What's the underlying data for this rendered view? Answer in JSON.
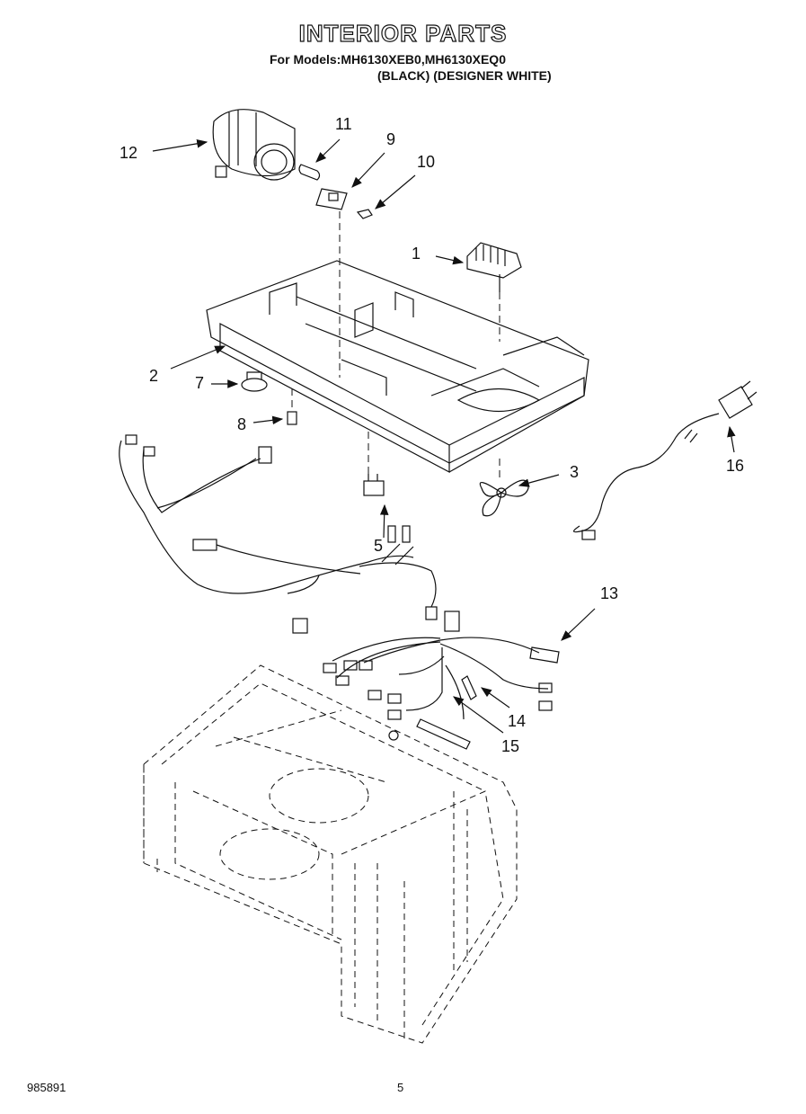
{
  "header": {
    "title": "INTERIOR PARTS",
    "models": "For Models:MH6130XEB0,MH6130XEQ0",
    "colors": "(BLACK) (DESIGNER WHITE)"
  },
  "callouts": [
    "12",
    "11",
    "9",
    "10",
    "1",
    "2",
    "7",
    "8",
    "3",
    "16",
    "5",
    "13",
    "14",
    "15"
  ],
  "footer": {
    "doc_number": "985891",
    "page_number": "5"
  }
}
